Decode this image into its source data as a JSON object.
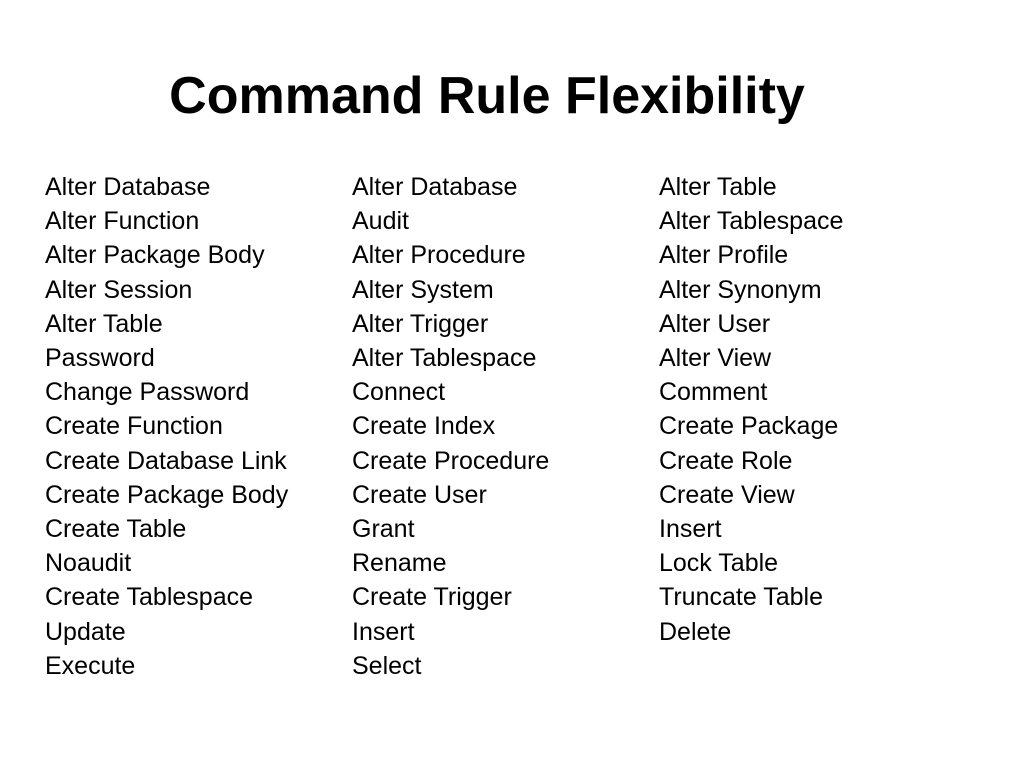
{
  "slide": {
    "title": "Command Rule Flexibility",
    "columns": [
      [
        "Alter Database",
        "Alter Function",
        "Alter Package Body",
        "Alter Session",
        "Alter Table",
        "Password",
        "Change Password",
        "Create Function",
        "Create Database Link",
        "Create Package Body",
        "Create Table",
        "Noaudit",
        "Create Tablespace",
        "Update",
        "Execute"
      ],
      [
        "Alter Database",
        "Audit",
        "Alter Procedure",
        "Alter System",
        "Alter Trigger",
        "Alter Tablespace",
        "Connect",
        "Create Index",
        "Create Procedure",
        "Create User",
        "Grant",
        "Rename",
        "Create Trigger",
        "Insert",
        "Select"
      ],
      [
        "Alter Table",
        "Alter Tablespace",
        "Alter Profile",
        "Alter Synonym",
        "Alter User",
        "Alter View",
        "Comment",
        "Create Package",
        "Create Role",
        "Create View",
        "Insert",
        "Lock Table",
        "Truncate Table",
        "Delete"
      ]
    ]
  }
}
